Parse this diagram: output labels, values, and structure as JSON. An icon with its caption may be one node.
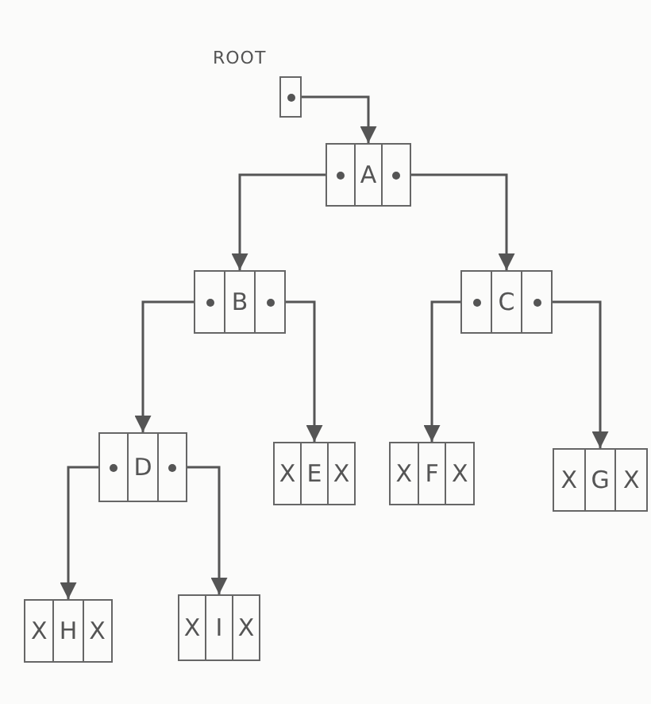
{
  "diagram": {
    "nodes": [
      {
        "text": [],
        "shape": "box",
        "beside": [
          "ROOT"
        ]
      },
      {
        "text": [
          "A"
        ]
      },
      {
        "text": [
          "B"
        ]
      },
      {
        "text": [
          "C"
        ]
      },
      {
        "text": [
          "D"
        ]
      },
      {
        "text": [
          "X",
          "E",
          "X"
        ]
      },
      {
        "text": [
          "X",
          "F",
          "X"
        ]
      },
      {
        "text": [
          "X",
          "G",
          "X"
        ]
      },
      {
        "text": [
          "X",
          "H",
          "X"
        ]
      },
      {
        "text": [
          "X",
          "I",
          "X"
        ]
      }
    ],
    "edges": [
      {
        "from": 0,
        "to": 1,
        "arrow": "to"
      },
      {
        "from": 1,
        "to": 2,
        "arrow": "to"
      },
      {
        "from": 1,
        "to": 3,
        "arrow": "to"
      },
      {
        "from": 2,
        "to": 4,
        "arrow": "to"
      },
      {
        "from": 2,
        "to": 5,
        "arrow": "to"
      },
      {
        "from": 3,
        "to": 6,
        "arrow": "to"
      },
      {
        "from": 3,
        "to": 7,
        "arrow": "to"
      },
      {
        "from": 4,
        "to": 8,
        "arrow": "to"
      },
      {
        "from": 4,
        "to": 9,
        "arrow": "to"
      }
    ]
  }
}
